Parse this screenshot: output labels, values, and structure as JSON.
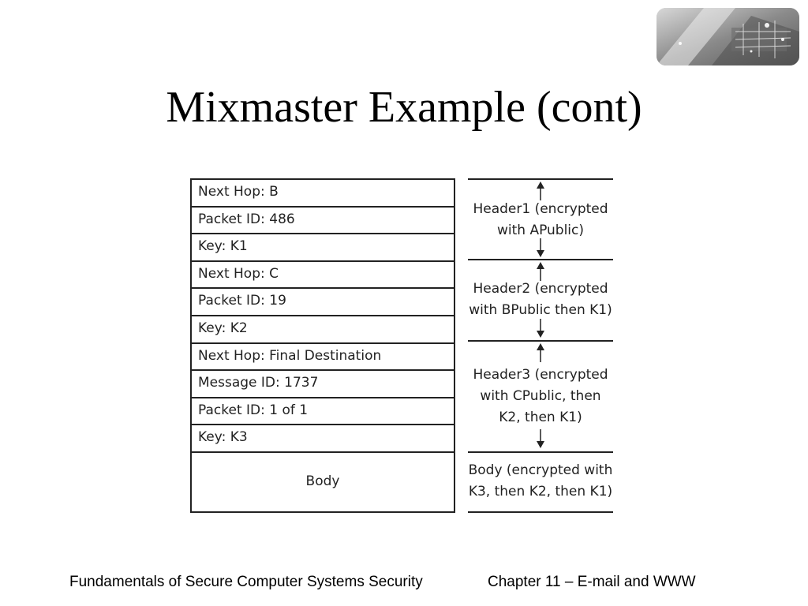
{
  "slide": {
    "title": "Mixmaster Example (cont)"
  },
  "packet_rows": [
    "Next Hop: B",
    "Packet ID: 486",
    "Key: K1",
    "Next Hop: C",
    "Packet ID: 19",
    "Key: K2",
    "Next Hop: Final Destination",
    "Message ID: 1737",
    "Packet ID: 1 of 1",
    "Key: K3"
  ],
  "body_row": "Body",
  "sections": [
    {
      "label": "Header1 (encrypted\nwith APublic)"
    },
    {
      "label": "Header2 (encrypted\nwith BPublic then K1)"
    },
    {
      "label": "Header3 (encrypted\nwith CPublic, then\nK2, then K1)"
    },
    {
      "label": "Body (encrypted with\nK3, then K2, then K1)"
    }
  ],
  "footer": {
    "left": "Fundamentals of Secure Computer Systems Security",
    "right": "Chapter 11 – E-mail and WWW"
  },
  "logo": {
    "icon": "decorative-photo-logo"
  }
}
